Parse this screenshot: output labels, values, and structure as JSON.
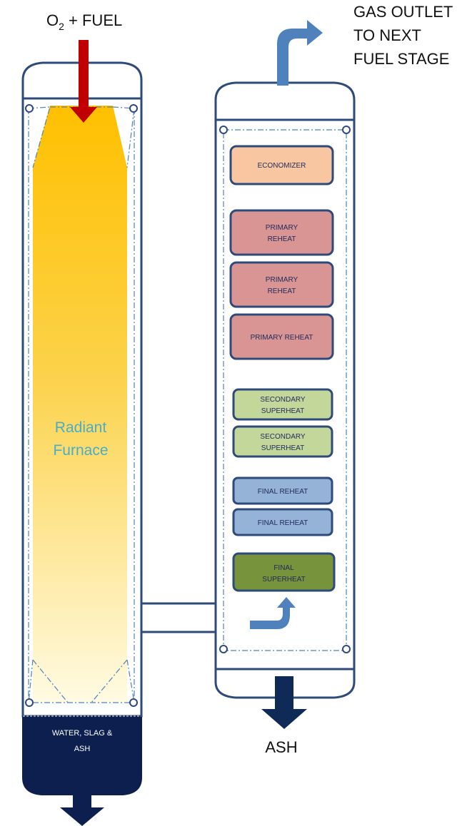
{
  "labels": {
    "input_main": "O",
    "input_sub": "2",
    "input_rest": " + FUEL",
    "outlet_line1": "GAS OUTLET",
    "outlet_line2": "TO NEXT",
    "outlet_line3": "FUEL STAGE",
    "furnace_line1": "Radiant",
    "furnace_line2": "Furnace",
    "bottom_line1": "WATER, SLAG &",
    "bottom_line2": "ASH",
    "ash": "ASH"
  },
  "sections": [
    {
      "id": "economizer",
      "lines": [
        "ECONOMIZER"
      ],
      "fill": "#f8c6a0"
    },
    {
      "id": "primary-reheat-1",
      "lines": [
        "PRIMARY",
        "REHEAT"
      ],
      "fill": "#d99594"
    },
    {
      "id": "primary-reheat-2",
      "lines": [
        "PRIMARY",
        "REHEAT"
      ],
      "fill": "#d99594"
    },
    {
      "id": "primary-reheat-3",
      "lines": [
        "PRIMARY REHEAT"
      ],
      "fill": "#d99594"
    },
    {
      "id": "secondary-superheat-1",
      "lines": [
        "SECONDARY",
        "SUPERHEAT"
      ],
      "fill": "#c4d79b"
    },
    {
      "id": "secondary-superheat-2",
      "lines": [
        "SECONDARY",
        "SUPERHEAT"
      ],
      "fill": "#c4d79b"
    },
    {
      "id": "final-reheat-1",
      "lines": [
        "FINAL REHEAT"
      ],
      "fill": "#95b3d7"
    },
    {
      "id": "final-reheat-2",
      "lines": [
        "FINAL REHEAT"
      ],
      "fill": "#95b3d7"
    },
    {
      "id": "final-superheat",
      "lines": [
        "FINAL",
        "SUPERHEAT"
      ],
      "fill": "#77933c"
    }
  ],
  "colors": {
    "outline": "#2e4a7a",
    "arrow_blue": "#4f81bd",
    "arrow_dark": "#0f2a57",
    "fuel_arrow": "#c00000",
    "flame_top": "#ffc000",
    "flame_bottom": "#fff9d6",
    "furnace_text": "#4bacc6",
    "water_bin": "#0d1f4f"
  }
}
